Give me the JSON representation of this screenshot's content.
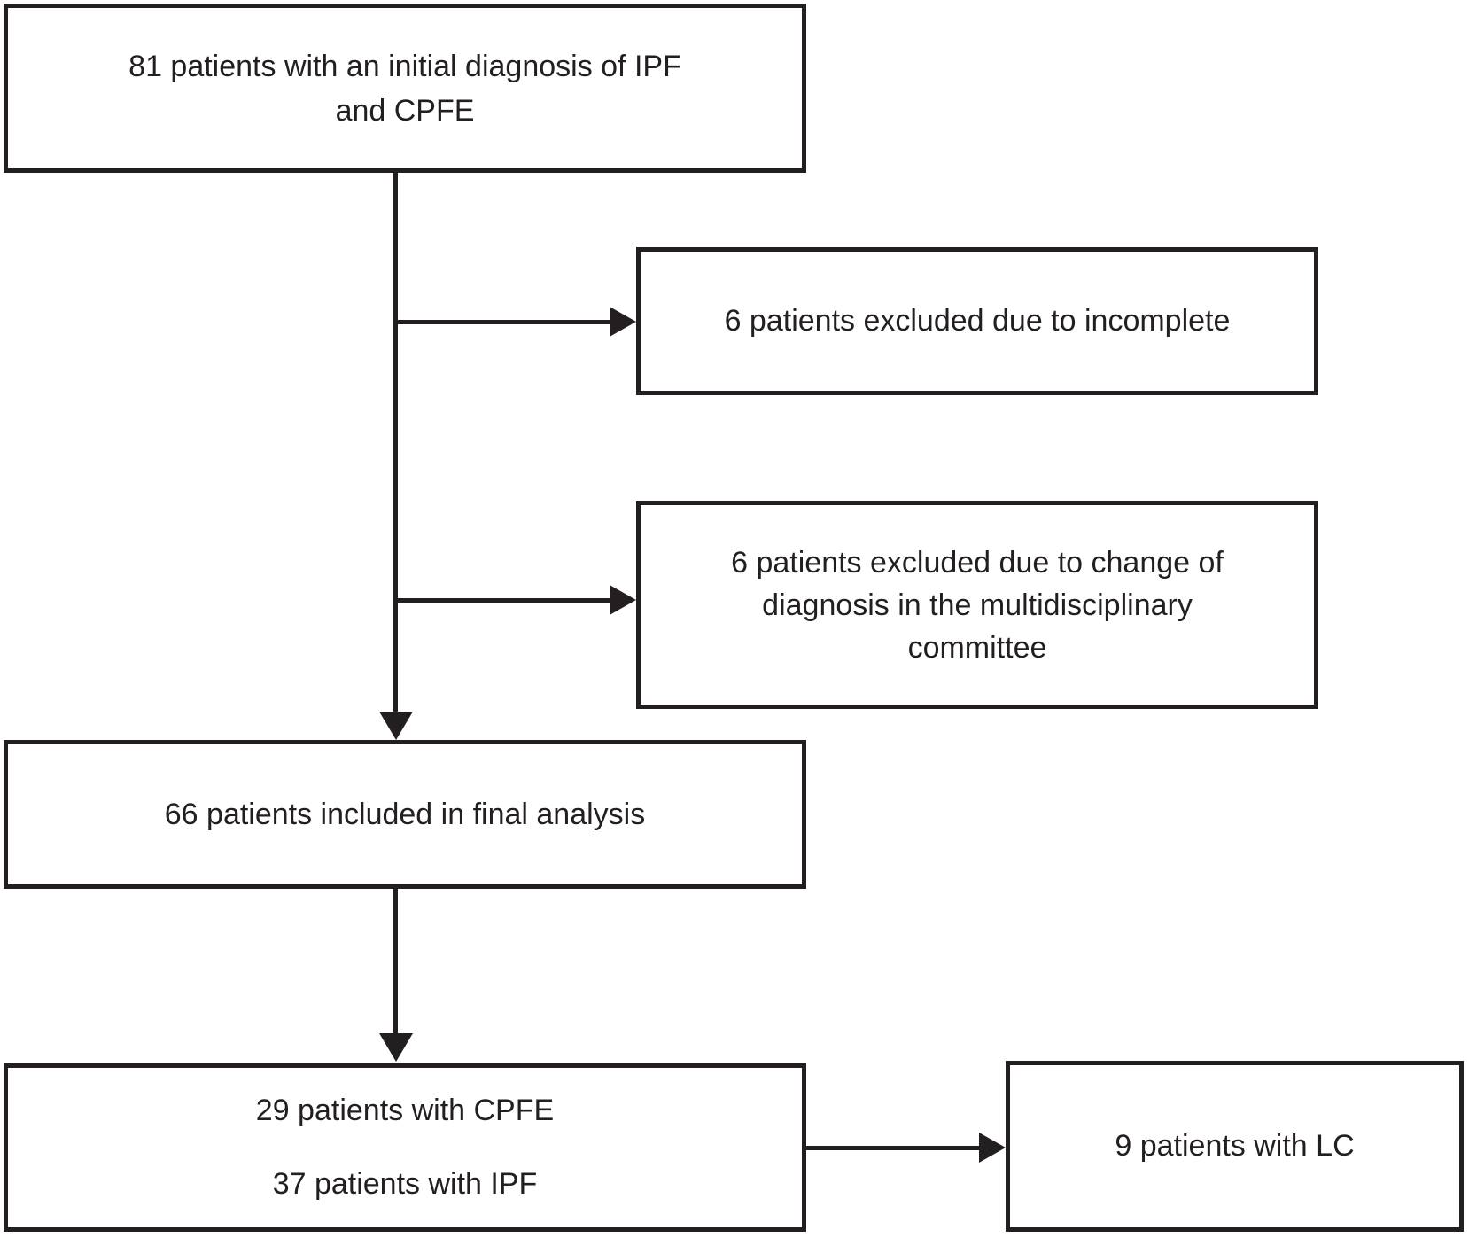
{
  "diagram": {
    "title": "Patient inclusion flowchart",
    "type": "flowchart",
    "colors": {
      "border": "#231f20",
      "text": "#231f20",
      "background": "#ffffff"
    },
    "boxes": {
      "initial": {
        "lines": [
          "81 patients with an initial diagnosis of IPF",
          "and CPFE"
        ]
      },
      "excluded_incomplete": {
        "lines": [
          "6 patients excluded due to incomplete"
        ]
      },
      "excluded_change": {
        "lines": [
          "6 patients excluded due to change of",
          "diagnosis in the multidisciplinary",
          "committee"
        ]
      },
      "final_analysis": {
        "lines": [
          "66 patients included in final analysis"
        ]
      },
      "cohort_split": {
        "lines": [
          "29 patients with CPFE",
          "37 patients with IPF"
        ]
      },
      "lung_cancer": {
        "lines": [
          "9 patients with LC"
        ]
      }
    }
  }
}
